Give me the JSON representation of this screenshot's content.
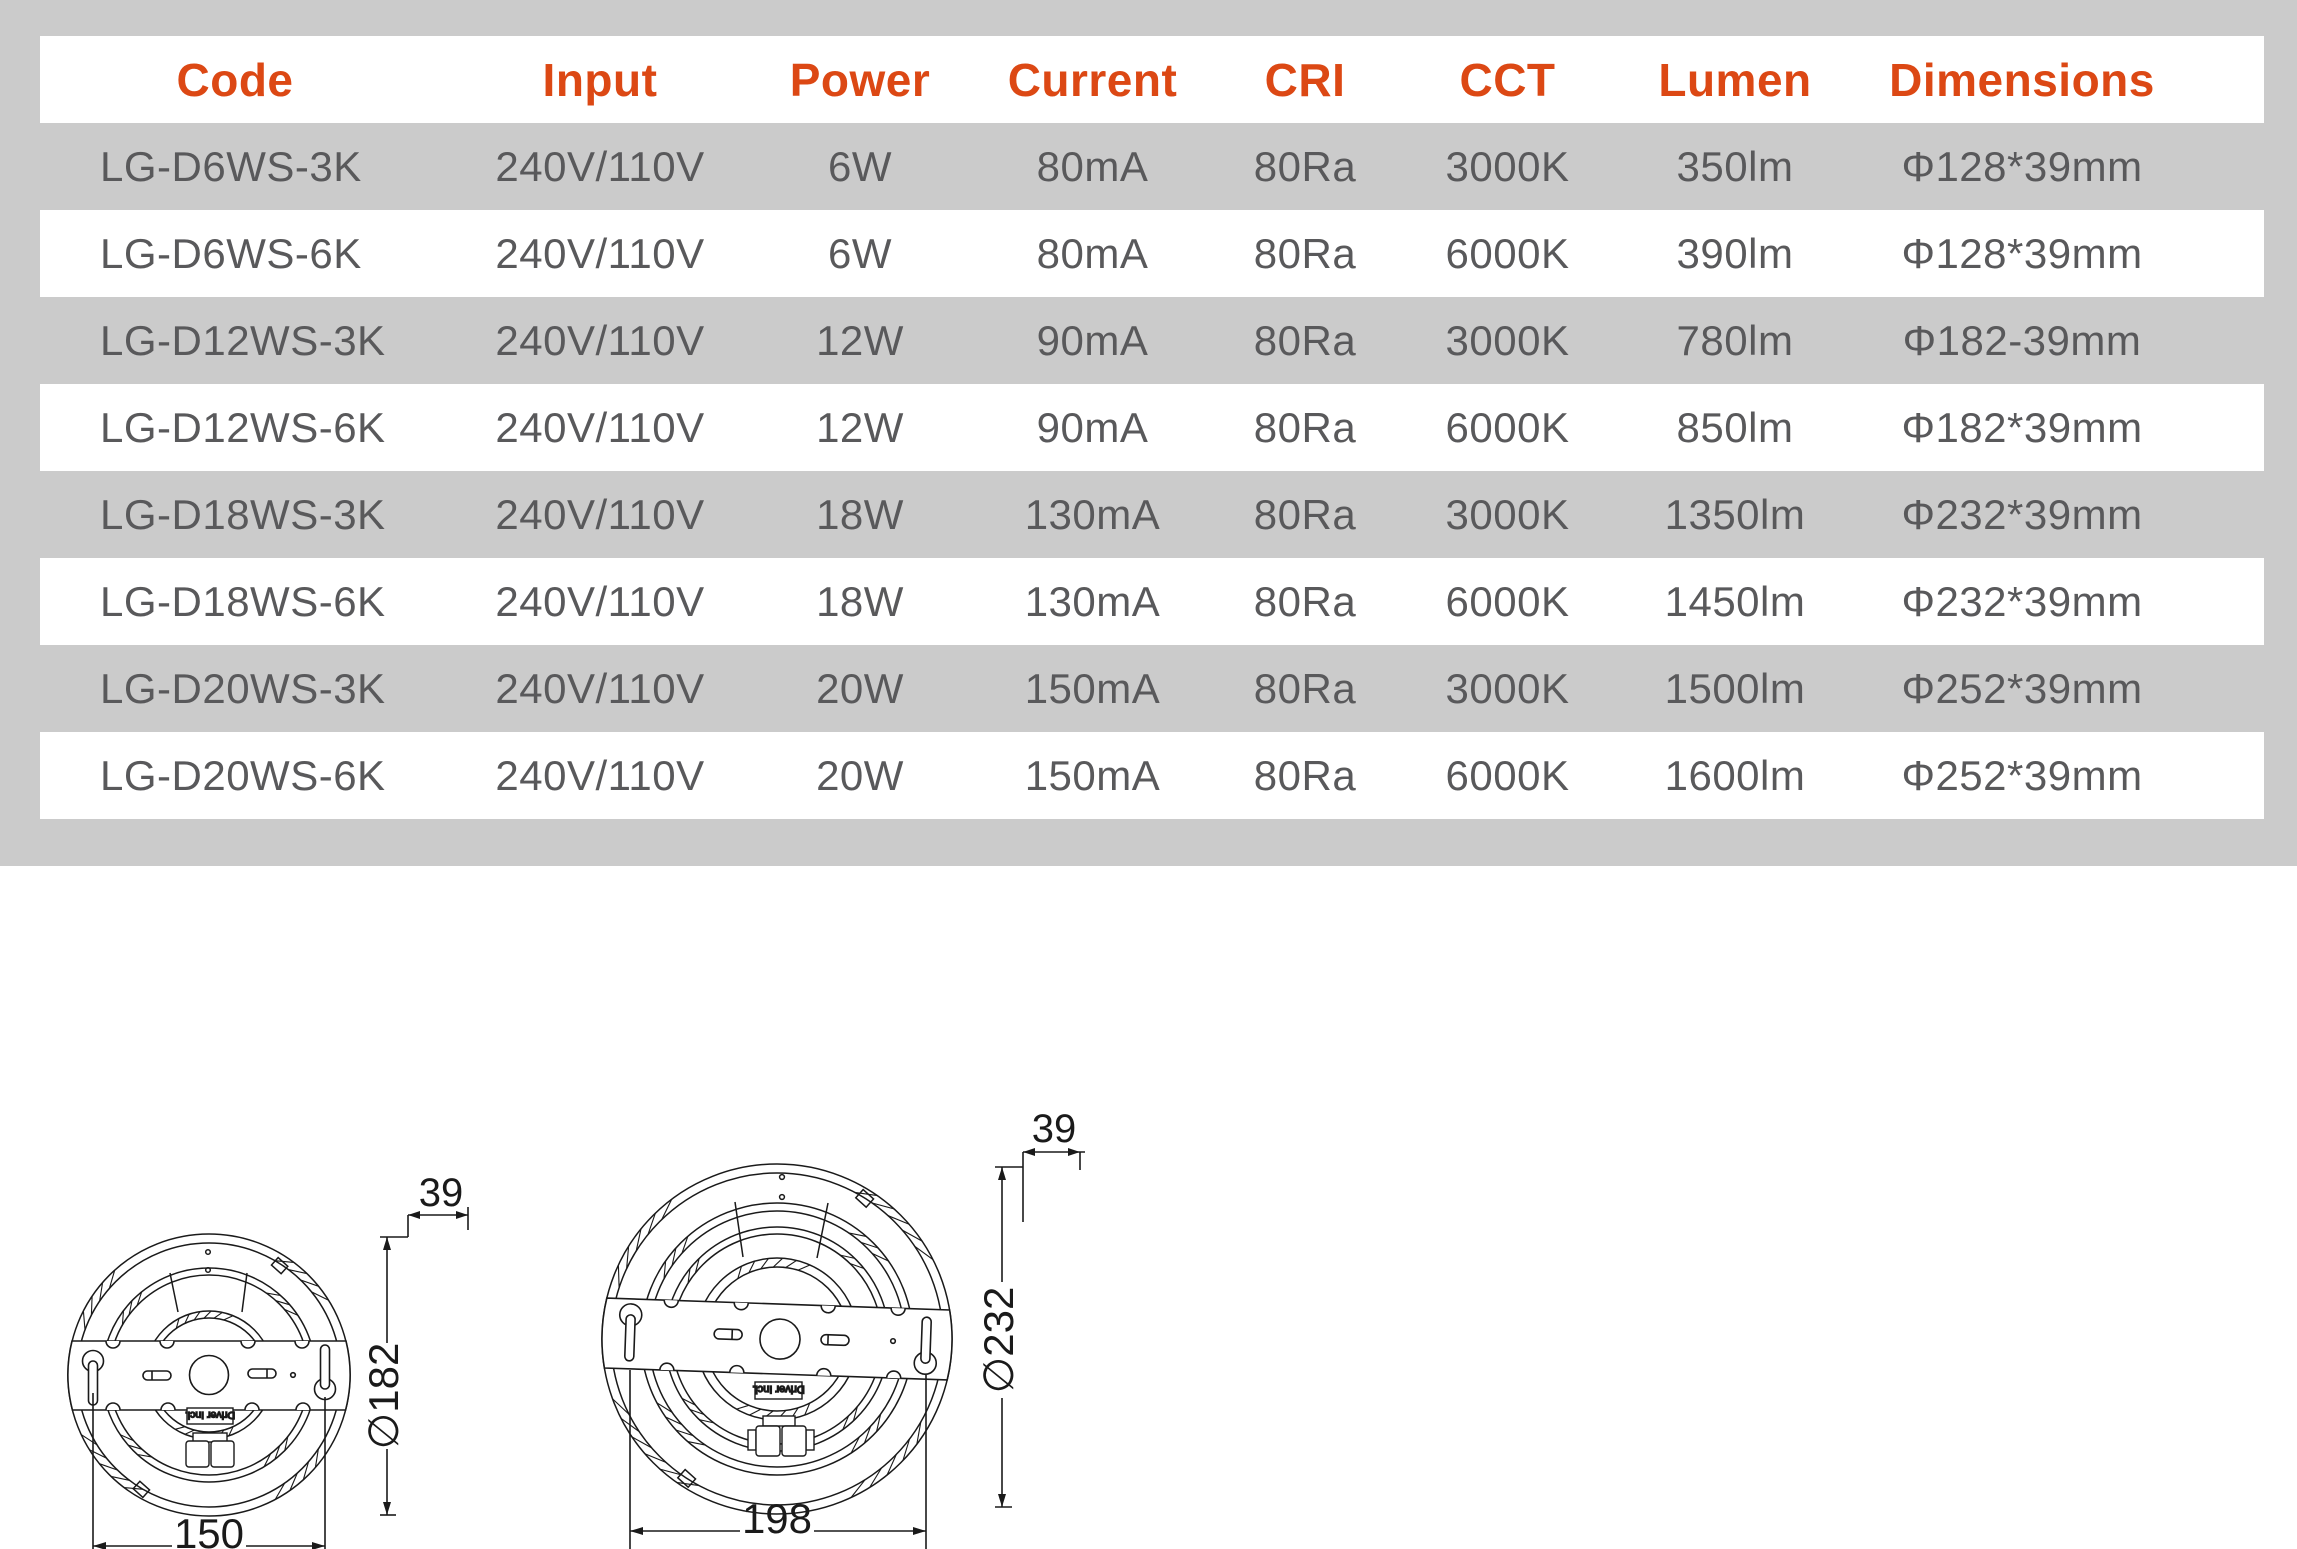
{
  "table": {
    "columns": [
      "Code",
      "Input",
      "Power",
      "Current",
      "CRI",
      "CCT",
      "Lumen",
      "Dimensions"
    ],
    "rows": [
      [
        "LG-D6WS-3K",
        "240V/110V",
        "6W",
        "80mA",
        "80Ra",
        "3000K",
        "350lm",
        "Φ128*39mm"
      ],
      [
        "LG-D6WS-6K",
        "240V/110V",
        "6W",
        "80mA",
        "80Ra",
        "6000K",
        "390lm",
        "Φ128*39mm"
      ],
      [
        "LG-D12WS-3K",
        "240V/110V",
        "12W",
        "90mA",
        "80Ra",
        "3000K",
        "780lm",
        "Φ182-39mm"
      ],
      [
        "LG-D12WS-6K",
        "240V/110V",
        "12W",
        "90mA",
        "80Ra",
        "6000K",
        "850lm",
        "Φ182*39mm"
      ],
      [
        "LG-D18WS-3K",
        "240V/110V",
        "18W",
        "130mA",
        "80Ra",
        "3000K",
        "1350lm",
        "Φ232*39mm"
      ],
      [
        "LG-D18WS-6K",
        "240V/110V",
        "18W",
        "130mA",
        "80Ra",
        "6000K",
        "1450lm",
        "Φ232*39mm"
      ],
      [
        "LG-D20WS-3K",
        "240V/110V",
        "20W",
        "150mA",
        "80Ra",
        "3000K",
        "1500lm",
        "Φ252*39mm"
      ],
      [
        "LG-D20WS-6K",
        "240V/110V",
        "20W",
        "150mA",
        "80Ra",
        "6000K",
        "1600lm",
        "Φ252*39mm"
      ]
    ]
  },
  "drawings": {
    "left": {
      "height_dim": "39",
      "diameter_dim": "∅182",
      "mount_dim": "150",
      "badge": "Driver Incl."
    },
    "right": {
      "height_dim": "39",
      "diameter_dim": "∅232",
      "mount_dim": "198",
      "badge": "Driver Incl."
    }
  },
  "colors": {
    "header_accent": "#dc4814",
    "row_stripe": "#cbcbcb",
    "table_text": "#59595b",
    "drawing_line": "#1a1a1a"
  }
}
